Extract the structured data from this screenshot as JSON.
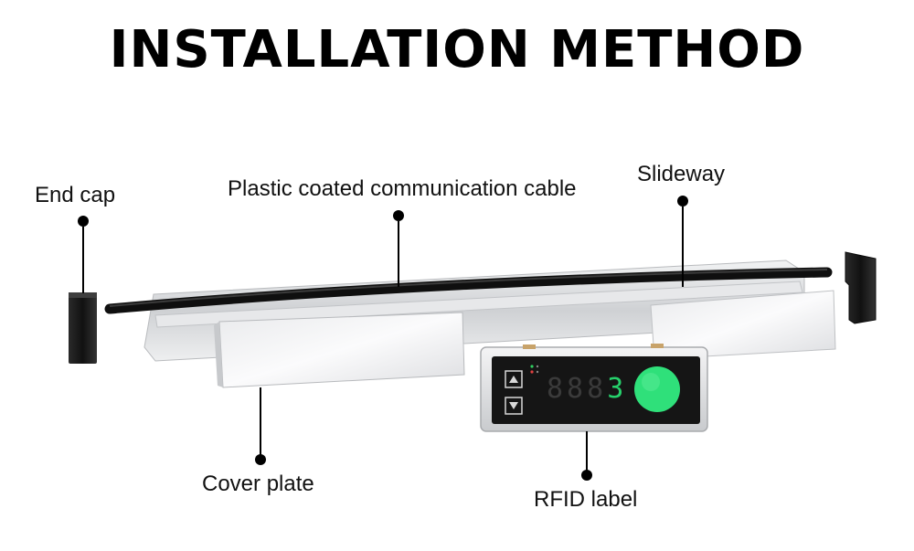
{
  "title": "INSTALLATION METHOD",
  "labels": {
    "end_cap": "End cap",
    "cable": "Plastic coated communication cable",
    "slideway": "Slideway",
    "cover_plate": "Cover plate",
    "rfid_label": "RFID label"
  },
  "rfid_display": {
    "digits_dim": "888",
    "digit_active": "3",
    "button_up": "▲",
    "button_down": "▼"
  },
  "colors": {
    "cable": "#111111",
    "rail": "#d9dadc",
    "end_cap": "#1c1c1c",
    "display_bg": "#1a1a1a",
    "indicator_green": "#2fe07a",
    "digit_active": "#26d06b"
  }
}
